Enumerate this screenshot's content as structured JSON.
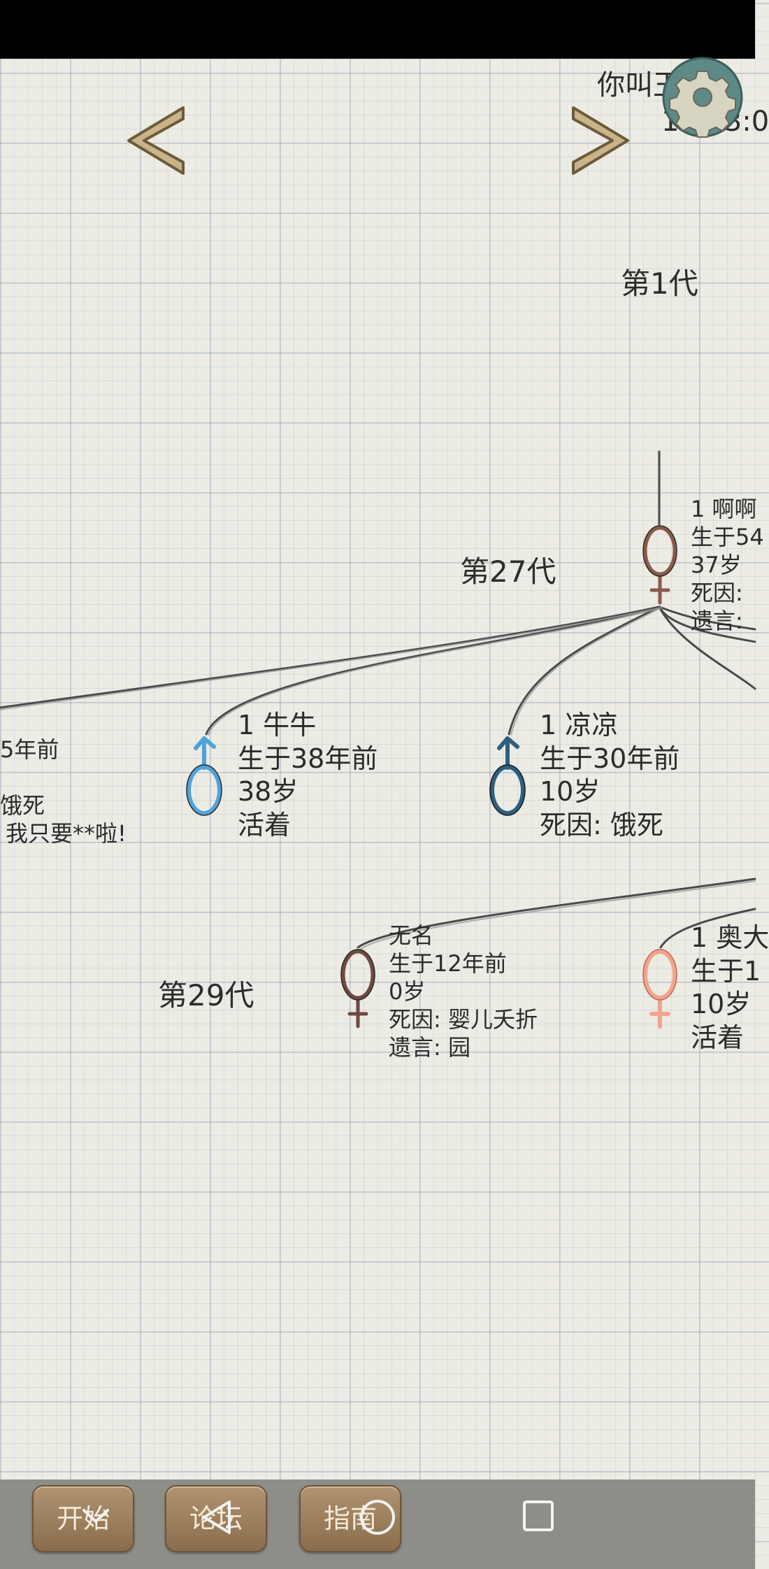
{
  "top_info": {
    "line1": "你叫王",
    "line2": "16:53:0"
  },
  "generations": {
    "gen1": "第1代",
    "gen27": "第27代",
    "gen29": "第29代"
  },
  "people": {
    "root": {
      "name": "1 啊啊",
      "birth": "生于54",
      "age": "37岁",
      "death": "死因:",
      "will": "遗言:",
      "symbol_color": "#8a5a4a"
    },
    "left_partial": {
      "birth": "5年前",
      "death": "饿死",
      "will": "我只要**啦!"
    },
    "niuniu": {
      "name": "1 牛牛",
      "birth": "生于38年前",
      "age": "38岁",
      "status": "活着",
      "symbol_color": "#4ea3dc"
    },
    "liangliang": {
      "name": "1 凉凉",
      "birth": "生于30年前",
      "age": "10岁",
      "death": "死因: 饿死",
      "symbol_color": "#2d5f80"
    },
    "wuming": {
      "name": "无名",
      "birth": "生于12年前",
      "age": "0岁",
      "death": "死因: 婴儿夭折",
      "will": "遗言: 园",
      "symbol_color": "#6e4a40"
    },
    "ao": {
      "name": "1 奥大",
      "birth": "生于1",
      "age": "10岁",
      "status": "活着",
      "symbol_color": "#f3a48c"
    }
  },
  "buttons": {
    "start": "开始",
    "forum": "论坛",
    "guide": "指南"
  },
  "icons": {
    "prev": "chevron-left-icon",
    "next": "chevron-right-icon",
    "settings": "gear-icon"
  },
  "colors": {
    "accent_gold": "#c9b48a",
    "button_brown": "#9c7f5c"
  }
}
